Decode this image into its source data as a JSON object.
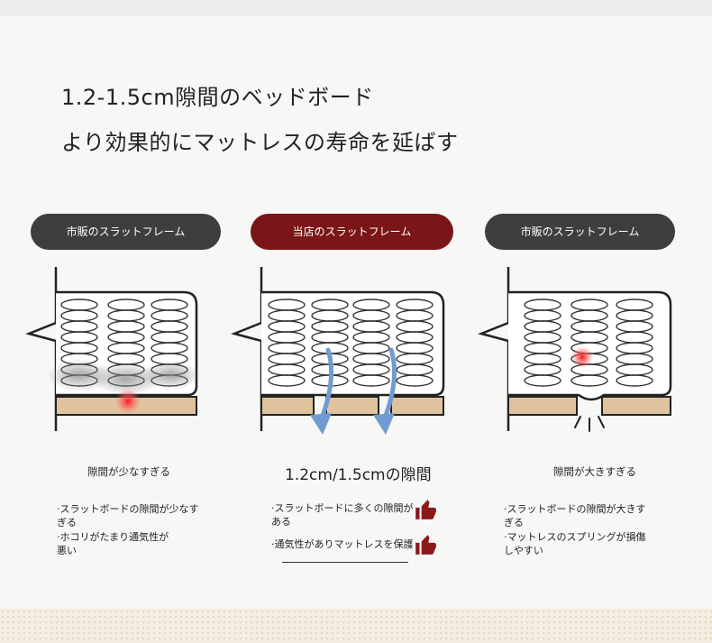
{
  "heading": {
    "line1": "1.2-1.5cm隙間のベッドボード",
    "line2": "より効果的にマットレスの寿命を延ばす"
  },
  "columns": [
    {
      "pill": "市販のスラットフレーム",
      "caption": "隙間が少なすぎる",
      "bullets": [
        "·スラットボードの隙間が少なすぎる",
        "·ホコリがたまり通気性が悪い"
      ]
    },
    {
      "pill": "当店のスラットフレーム",
      "caption": "1.2cm/1.5cmの隙間",
      "bullets": [
        "·スラットボードに多くの隙間がある",
        "·通気性がありマットレスを保護"
      ]
    },
    {
      "pill": "市販のスラットフレーム",
      "caption": "隙間が大きすぎる",
      "bullets": [
        "·スラットボードの隙間が大きすぎる",
        "·マットレスのスプリングが損傷しやすい"
      ]
    }
  ],
  "colors": {
    "pill_dark": "#3e3e3e",
    "pill_accent": "#7a1617",
    "slat_wood": "#dfc39e",
    "airflow_arrow": "#6f9bd0",
    "pressure_dot": "#ff2020",
    "thumb": "#8b1a1a"
  },
  "icons": [
    "thumbs-up-icon",
    "airflow-arrow-icon",
    "pressure-spot-icon",
    "crack-lines-icon"
  ]
}
